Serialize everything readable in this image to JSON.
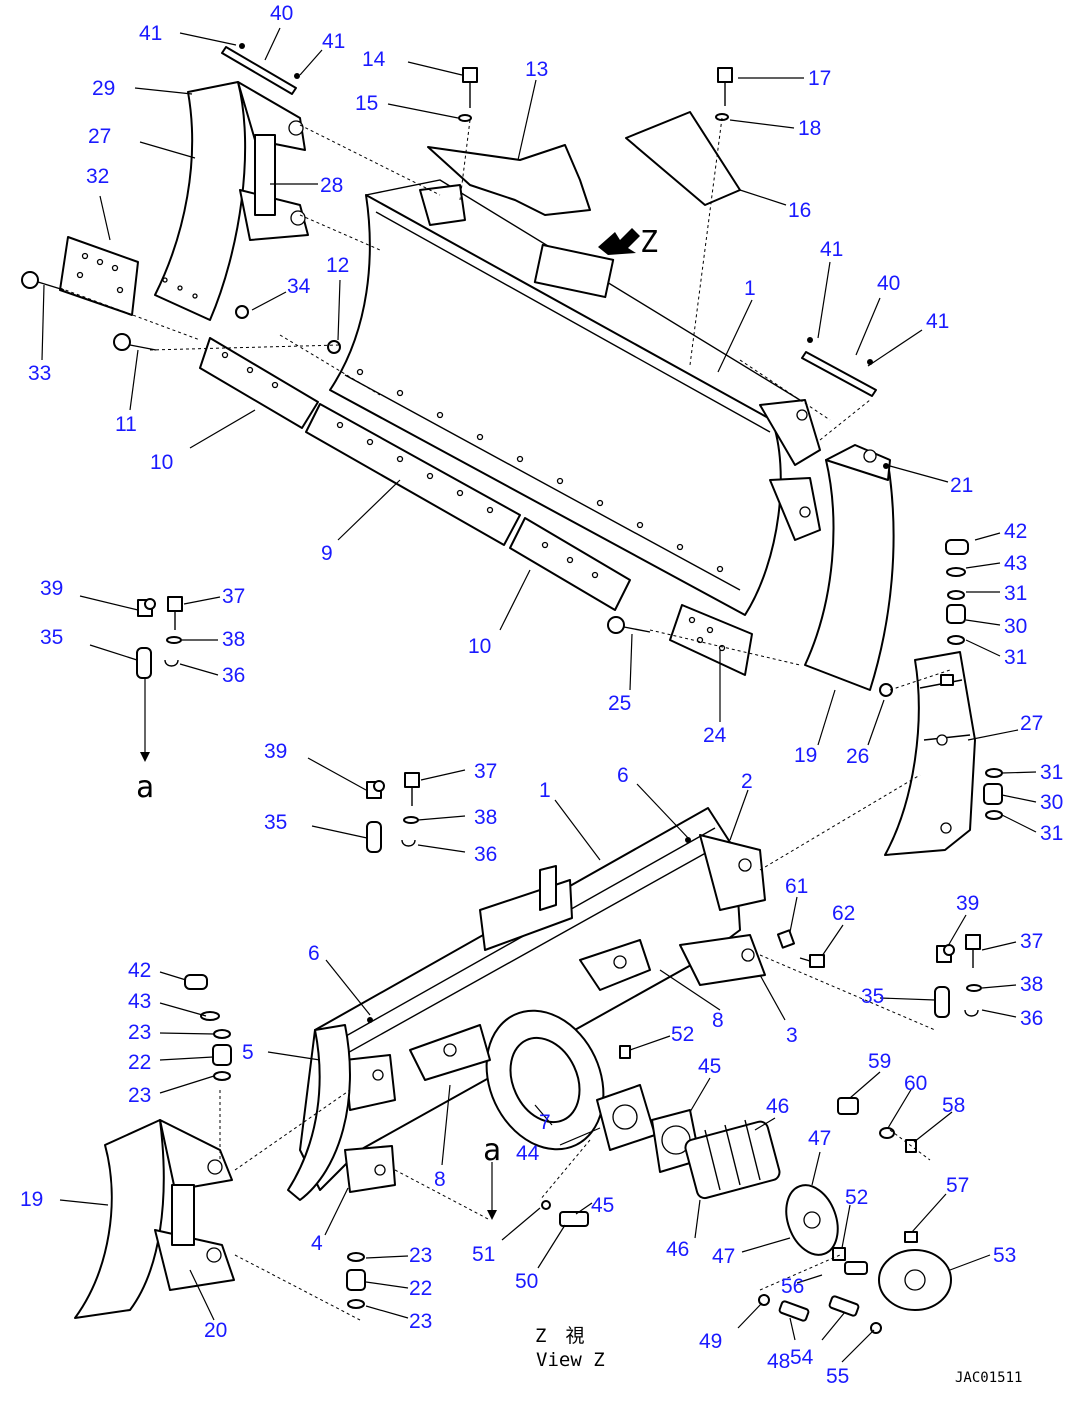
{
  "colors": {
    "callout": "#1a1aff",
    "linework": "#000000",
    "background": "#ffffff"
  },
  "callouts": [
    {
      "id": "c41a",
      "label": "41"
    },
    {
      "id": "c40a",
      "label": "40"
    },
    {
      "id": "c41b",
      "label": "41"
    },
    {
      "id": "c29",
      "label": "29"
    },
    {
      "id": "c14",
      "label": "14"
    },
    {
      "id": "c13",
      "label": "13"
    },
    {
      "id": "c17",
      "label": "17"
    },
    {
      "id": "c15",
      "label": "15"
    },
    {
      "id": "c18",
      "label": "18"
    },
    {
      "id": "c27a",
      "label": "27"
    },
    {
      "id": "c28",
      "label": "28"
    },
    {
      "id": "c32",
      "label": "32"
    },
    {
      "id": "c16",
      "label": "16"
    },
    {
      "id": "c12",
      "label": "12"
    },
    {
      "id": "c34",
      "label": "34"
    },
    {
      "id": "c41c",
      "label": "41"
    },
    {
      "id": "c1a",
      "label": "1"
    },
    {
      "id": "c40b",
      "label": "40"
    },
    {
      "id": "c41d",
      "label": "41"
    },
    {
      "id": "c33",
      "label": "33"
    },
    {
      "id": "c11",
      "label": "11"
    },
    {
      "id": "c10a",
      "label": "10"
    },
    {
      "id": "c21",
      "label": "21"
    },
    {
      "id": "c9",
      "label": "9"
    },
    {
      "id": "c42a",
      "label": "42"
    },
    {
      "id": "c43a",
      "label": "43"
    },
    {
      "id": "c31a",
      "label": "31"
    },
    {
      "id": "c30a",
      "label": "30"
    },
    {
      "id": "c31b",
      "label": "31"
    },
    {
      "id": "c39a",
      "label": "39"
    },
    {
      "id": "c37a",
      "label": "37"
    },
    {
      "id": "c35a",
      "label": "35"
    },
    {
      "id": "c38a",
      "label": "38"
    },
    {
      "id": "c36a",
      "label": "36"
    },
    {
      "id": "c10b",
      "label": "10"
    },
    {
      "id": "c25",
      "label": "25"
    },
    {
      "id": "c24",
      "label": "24"
    },
    {
      "id": "c27b",
      "label": "27"
    },
    {
      "id": "c19a",
      "label": "19"
    },
    {
      "id": "c26",
      "label": "26"
    },
    {
      "id": "c39b",
      "label": "39"
    },
    {
      "id": "c37b",
      "label": "37"
    },
    {
      "id": "c1b",
      "label": "1"
    },
    {
      "id": "c6a",
      "label": "6"
    },
    {
      "id": "c2",
      "label": "2"
    },
    {
      "id": "c31c",
      "label": "31"
    },
    {
      "id": "c38b",
      "label": "38"
    },
    {
      "id": "c30b",
      "label": "30"
    },
    {
      "id": "c35b",
      "label": "35"
    },
    {
      "id": "c36b",
      "label": "36"
    },
    {
      "id": "c31d",
      "label": "31"
    },
    {
      "id": "c61",
      "label": "61"
    },
    {
      "id": "c62",
      "label": "62"
    },
    {
      "id": "c39c",
      "label": "39"
    },
    {
      "id": "c37c",
      "label": "37"
    },
    {
      "id": "c6b",
      "label": "6"
    },
    {
      "id": "c42b",
      "label": "42"
    },
    {
      "id": "c38c",
      "label": "38"
    },
    {
      "id": "c35c",
      "label": "35"
    },
    {
      "id": "c36c",
      "label": "36"
    },
    {
      "id": "c43b",
      "label": "43"
    },
    {
      "id": "c23a",
      "label": "23"
    },
    {
      "id": "c22a",
      "label": "22"
    },
    {
      "id": "c8a",
      "label": "8"
    },
    {
      "id": "c3",
      "label": "3"
    },
    {
      "id": "c5",
      "label": "5"
    },
    {
      "id": "c52a",
      "label": "52"
    },
    {
      "id": "c23b",
      "label": "23"
    },
    {
      "id": "c45a",
      "label": "45"
    },
    {
      "id": "c59",
      "label": "59"
    },
    {
      "id": "c60",
      "label": "60"
    },
    {
      "id": "c58",
      "label": "58"
    },
    {
      "id": "c46a",
      "label": "46"
    },
    {
      "id": "c7",
      "label": "7"
    },
    {
      "id": "c44",
      "label": "44"
    },
    {
      "id": "c47a",
      "label": "47"
    },
    {
      "id": "c19b",
      "label": "19"
    },
    {
      "id": "c8b",
      "label": "8"
    },
    {
      "id": "c52b",
      "label": "52"
    },
    {
      "id": "c45b",
      "label": "45"
    },
    {
      "id": "c57",
      "label": "57"
    },
    {
      "id": "c4",
      "label": "4"
    },
    {
      "id": "c51",
      "label": "51"
    },
    {
      "id": "c46b",
      "label": "46"
    },
    {
      "id": "c47b",
      "label": "47"
    },
    {
      "id": "c53",
      "label": "53"
    },
    {
      "id": "c23c",
      "label": "23"
    },
    {
      "id": "c20",
      "label": "20"
    },
    {
      "id": "c50",
      "label": "50"
    },
    {
      "id": "c56",
      "label": "56"
    },
    {
      "id": "c22b",
      "label": "22"
    },
    {
      "id": "c23d",
      "label": "23"
    },
    {
      "id": "c49",
      "label": "49"
    },
    {
      "id": "c48",
      "label": "48"
    },
    {
      "id": "c54",
      "label": "54"
    },
    {
      "id": "c55",
      "label": "55"
    }
  ],
  "annotations": {
    "view_arrow_label": "Z",
    "ref_a_top": "a",
    "ref_a_bottom": "a",
    "view_caption_jp": "Z　視",
    "view_caption_en": "View Z",
    "drawing_code": "JAC01511"
  }
}
